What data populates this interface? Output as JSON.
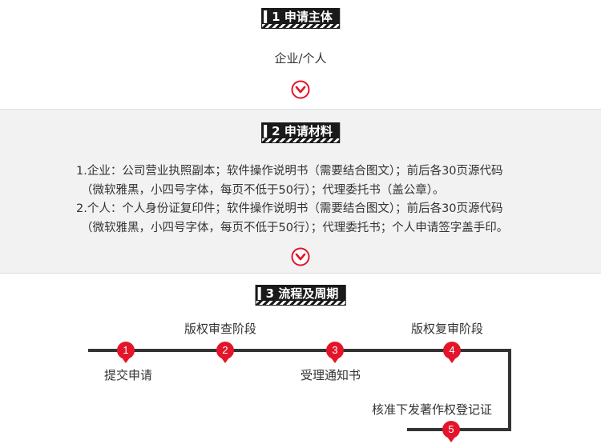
{
  "section1": {
    "title": "1 申请主体",
    "content": "企业/个人"
  },
  "section2": {
    "title": "2 申请材料",
    "lines": [
      "1.企业：公司营业执照副本；软件操作说明书（需要结合图文）；前后各30页源代码",
      "（微软雅黑，小四号字体，每页不低于50行）；代理委托书（盖公章）。",
      "2.个人：个人身份证复印件；软件操作说明书（需要结合图文）；前后各30页源代码",
      "（微软雅黑，小四号字体，每页不低于50行）；代理委托书；个人申请签字盖手印。"
    ]
  },
  "section3": {
    "title": "3 流程及周期",
    "stages": [
      "版权审查阶段",
      "版权复审阶段"
    ],
    "steps": [
      {
        "num": "1",
        "label": "提交申请"
      },
      {
        "num": "2",
        "label": ""
      },
      {
        "num": "3",
        "label": "受理通知书"
      },
      {
        "num": "4",
        "label": ""
      },
      {
        "num": "5",
        "label": "核准下发著作权登记证"
      }
    ]
  },
  "colors": {
    "accent": "#e3152a",
    "badge": "#1a1a1a",
    "line": "#333333",
    "band": "#f2f2f2"
  },
  "icons": {
    "arrow": "chevron-down-circle-icon"
  }
}
